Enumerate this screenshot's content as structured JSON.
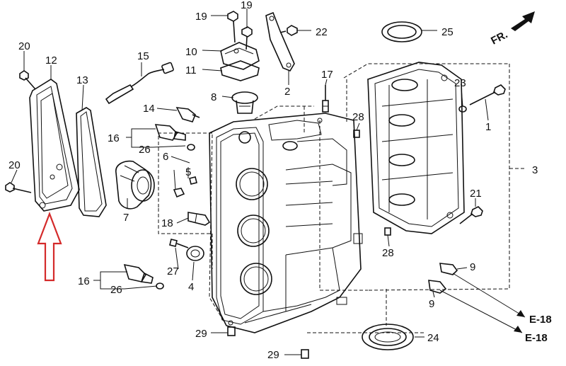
{
  "callouts": [
    {
      "id": "c1",
      "text": "1"
    },
    {
      "id": "c2",
      "text": "2"
    },
    {
      "id": "c3",
      "text": "3"
    },
    {
      "id": "c4",
      "text": "4"
    },
    {
      "id": "c5",
      "text": "5"
    },
    {
      "id": "c6",
      "text": "6"
    },
    {
      "id": "c7",
      "text": "7"
    },
    {
      "id": "c8",
      "text": "8"
    },
    {
      "id": "c9a",
      "text": "9"
    },
    {
      "id": "c9b",
      "text": "9"
    },
    {
      "id": "c10",
      "text": "10"
    },
    {
      "id": "c11",
      "text": "11"
    },
    {
      "id": "c12",
      "text": "12"
    },
    {
      "id": "c13",
      "text": "13"
    },
    {
      "id": "c14",
      "text": "14"
    },
    {
      "id": "c15",
      "text": "15"
    },
    {
      "id": "c16a",
      "text": "16"
    },
    {
      "id": "c16b",
      "text": "16"
    },
    {
      "id": "c17",
      "text": "17"
    },
    {
      "id": "c18",
      "text": "18"
    },
    {
      "id": "c19a",
      "text": "19"
    },
    {
      "id": "c19b",
      "text": "19"
    },
    {
      "id": "c20a",
      "text": "20"
    },
    {
      "id": "c20b",
      "text": "20"
    },
    {
      "id": "c21",
      "text": "21"
    },
    {
      "id": "c22",
      "text": "22"
    },
    {
      "id": "c23",
      "text": "23"
    },
    {
      "id": "c24",
      "text": "24"
    },
    {
      "id": "c25",
      "text": "25"
    },
    {
      "id": "c26a",
      "text": "26"
    },
    {
      "id": "c26b",
      "text": "26"
    },
    {
      "id": "c27",
      "text": "27"
    },
    {
      "id": "c28a",
      "text": "28"
    },
    {
      "id": "c28b",
      "text": "28"
    },
    {
      "id": "c29a",
      "text": "29"
    },
    {
      "id": "c29b",
      "text": "29"
    }
  ],
  "refs": {
    "e18_top": "E-18",
    "e18_bottom": "E-18"
  },
  "direction_label": "FR.",
  "highlight_arrow_color": "#d42a2a"
}
